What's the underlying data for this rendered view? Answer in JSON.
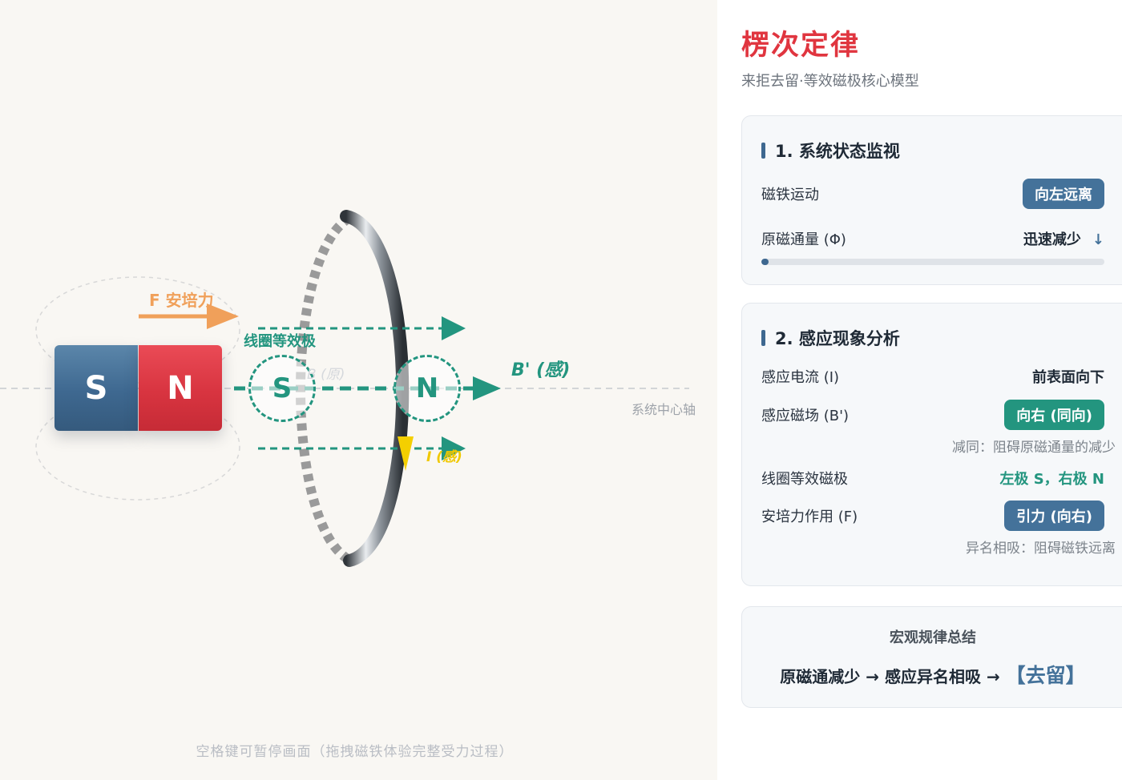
{
  "stage": {
    "magnet_s": "S",
    "magnet_n": "N",
    "force_label": "F 安培力",
    "equiv_label": "线圈等效极",
    "coil_pole_left": "S",
    "coil_pole_right": "N",
    "orig_field_label": "B (原)",
    "induced_field_label": "B' (感)",
    "current_label": "I (感)",
    "axis_label": "系统中心轴",
    "hint": "空格键可暂停画面（拖拽磁铁体验完整受力过程）"
  },
  "panel": {
    "title": "楞次定律",
    "subtitle": "来拒去留·等效磁极核心模型",
    "monitor": {
      "heading": "1. 系统状态监视",
      "motion_key": "磁铁运动",
      "motion_value": "向左远离",
      "flux_key": "原磁通量 (Φ)",
      "flux_value": "迅速减少",
      "flux_arrow": "↓",
      "flux_level": 0.02
    },
    "analysis": {
      "heading": "2. 感应现象分析",
      "current_key": "感应电流 (I)",
      "current_value": "前表面向下",
      "field_key": "感应磁场 (B')",
      "field_value": "向右 (同向)",
      "field_note": "减同：阻碍原磁通量的减少",
      "pole_key": "线圈等效磁极",
      "pole_value": "左极 S，右极 N",
      "force_key": "安培力作用 (F)",
      "force_value": "引力 (向右)",
      "force_note": "异名相吸：阻碍磁铁远离"
    },
    "summary": {
      "title": "宏观规律总结",
      "rule_a": "原磁通减少 → 感应异名相吸 → ",
      "rule_b": "【去留】"
    }
  },
  "colors": {
    "accent_red": "#e0353f",
    "accent_blue": "#44729a",
    "accent_teal": "#23957f",
    "force_orange": "#f0a05a",
    "current_yellow": "#f0c800"
  }
}
